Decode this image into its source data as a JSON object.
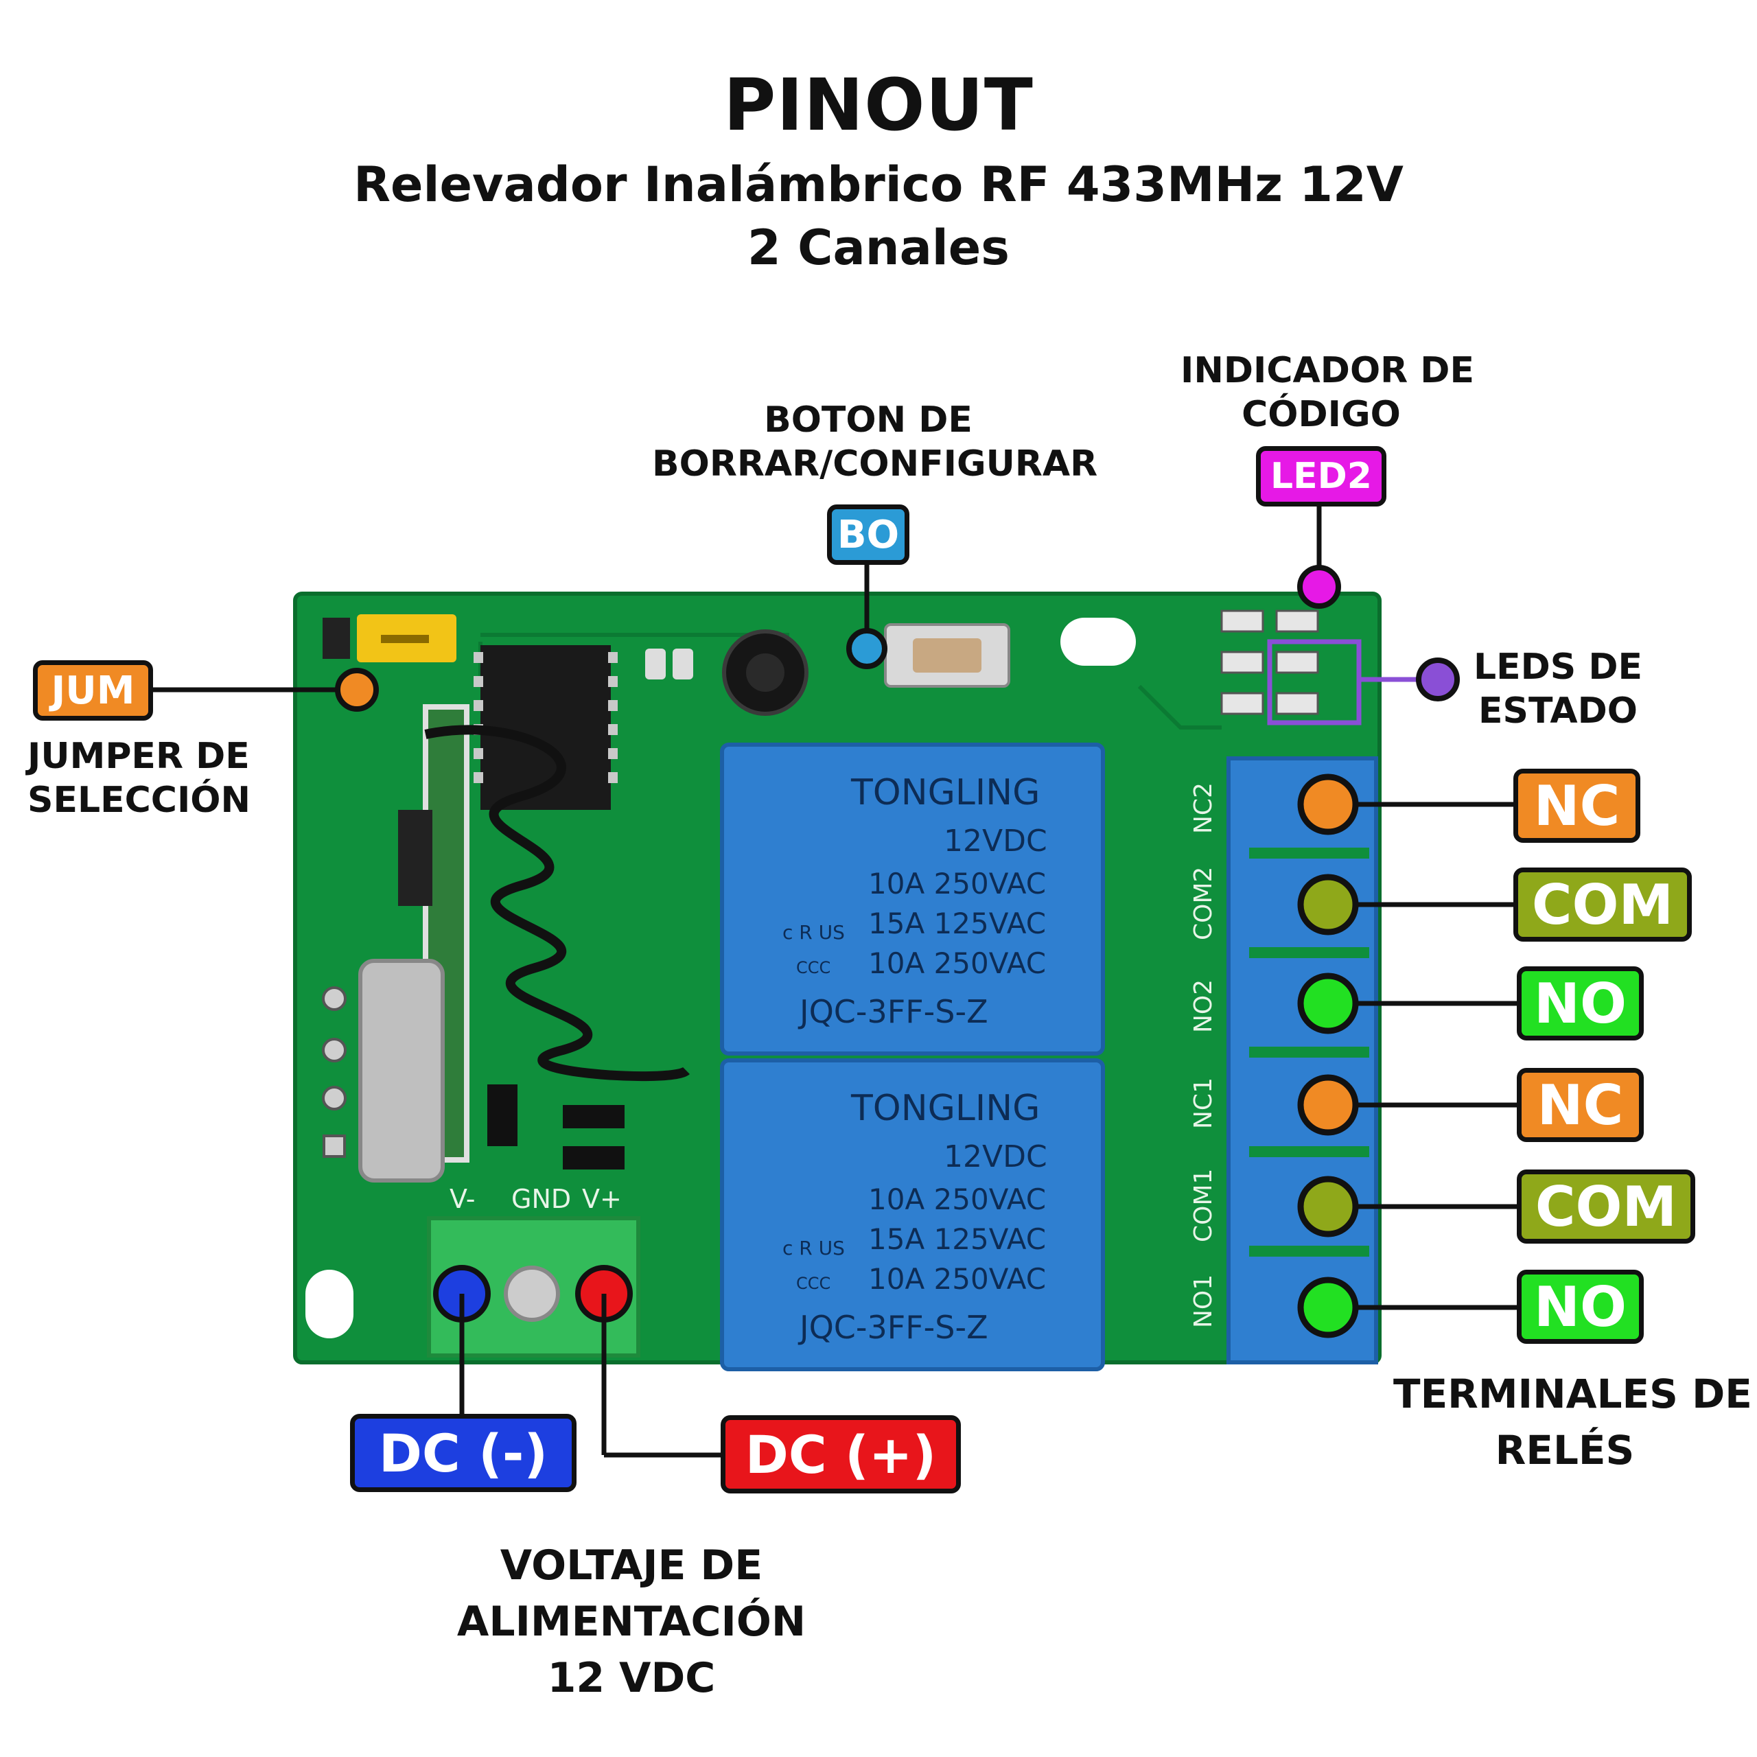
{
  "header": {
    "title": "PINOUT",
    "subtitle_line1": "Relevador Inalámbrico RF 433MHz 12V",
    "subtitle_line2": "2 Canales"
  },
  "callouts": {
    "jumper": {
      "badge": "JUM",
      "caption_line1": "JUMPER DE",
      "caption_line2": "SELECCIÓN",
      "color": "#f08a24"
    },
    "button": {
      "badge": "BO",
      "caption_line1": "BOTON DE",
      "caption_line2": "BORRAR/CONFIGURAR",
      "color": "#2b9bd6"
    },
    "led2": {
      "badge": "LED2",
      "caption_line1": "INDICADOR DE",
      "caption_line2": "CÓDIGO",
      "color": "#e619e6"
    },
    "leds": {
      "caption_line1": "LEDS DE",
      "caption_line2": "ESTADO",
      "color": "#8a4fd6"
    },
    "dc_minus": {
      "badge": "DC (-)",
      "color": "#1d3fe0"
    },
    "dc_plus": {
      "badge": "DC (+)",
      "color": "#e8151b"
    },
    "power": {
      "caption_line1": "VOLTAJE DE",
      "caption_line2": "ALIMENTACIÓN",
      "caption_line3": "12 VDC"
    },
    "terminals": {
      "caption_line1": "TERMINALES DE",
      "caption_line2": "RELÉS"
    }
  },
  "relay_terminals": [
    {
      "badge": "NC",
      "color": "#f08a24"
    },
    {
      "badge": "COM",
      "color": "#8fa81a"
    },
    {
      "badge": "NO",
      "color": "#22e022"
    },
    {
      "badge": "NC",
      "color": "#f08a24"
    },
    {
      "badge": "COM",
      "color": "#8fa81a"
    },
    {
      "badge": "NO",
      "color": "#22e022"
    }
  ],
  "board": {
    "pcb_color": "#0f8f3c",
    "power_labels": [
      "V-",
      "GND",
      "V+"
    ],
    "terminal_silkscreen": [
      "NC2",
      "COM2",
      "NO2",
      "NC1",
      "COM1",
      "NO1"
    ],
    "relay": {
      "brand": "TONGLING",
      "voltage": "12VDC",
      "rating1": "10A 250VAC",
      "rating2": "15A 125VAC",
      "rating3": "10A 250VAC",
      "model": "JQC-3FF-S-Z",
      "cert_ul": "c R US",
      "cert_ccc": "CCC"
    }
  }
}
